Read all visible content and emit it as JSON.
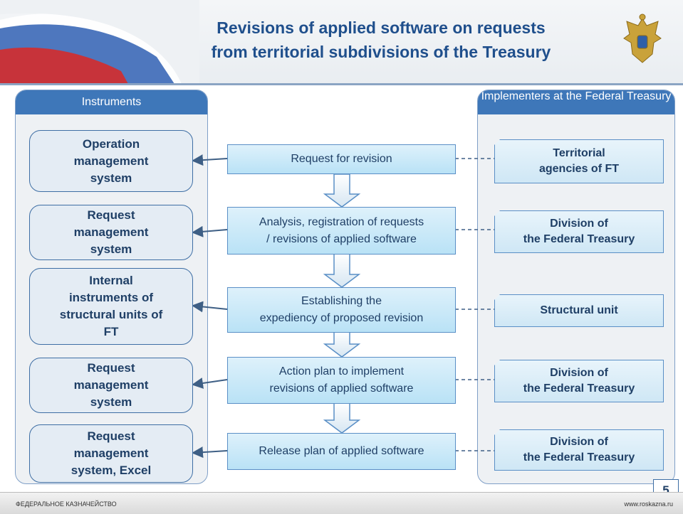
{
  "title": {
    "line1": "Revisions of applied software on requests",
    "line2": "from territorial subdivisions of the Treasury"
  },
  "panels": {
    "instruments_header": "Instruments",
    "implementers_header": "Implementers at the Federal Treasury"
  },
  "instruments": [
    {
      "lines": [
        "Operation",
        "management",
        "system"
      ]
    },
    {
      "lines": [
        "Request",
        "management",
        "system"
      ]
    },
    {
      "lines": [
        "Internal",
        "instruments of",
        "structural units of",
        "FT"
      ]
    },
    {
      "lines": [
        "Request",
        "management",
        "system"
      ]
    },
    {
      "lines": [
        "Request",
        "management",
        "system, Excel"
      ]
    }
  ],
  "steps": [
    {
      "lines": [
        "Request for revision"
      ]
    },
    {
      "lines": [
        "Analysis, registration of requests",
        "/ revisions of applied software"
      ]
    },
    {
      "lines": [
        "Establishing the",
        "expediency of proposed revision"
      ]
    },
    {
      "lines": [
        "Action plan to implement",
        "revisions of applied software"
      ]
    },
    {
      "lines": [
        "Release plan of applied software"
      ]
    }
  ],
  "implementers": [
    {
      "lines": [
        "Territorial",
        "agencies of FT"
      ]
    },
    {
      "lines": [
        "Division of",
        "the Federal Treasury"
      ]
    },
    {
      "lines": [
        "Structural unit"
      ]
    },
    {
      "lines": [
        "Division of",
        "the Federal Treasury"
      ]
    },
    {
      "lines": [
        "Division of",
        "the Federal Treasury"
      ]
    }
  ],
  "page_number": "5",
  "footer": {
    "left": "ФЕДЕРАЛЬНОЕ КАЗНАЧЕЙСТВО",
    "right": "www.roskazna.ru"
  },
  "colors": {
    "title": "#1f4f8c",
    "panel_header": "#3e77b9",
    "box_text": "#1f3f66",
    "center_fill": "#b9e2f6"
  }
}
